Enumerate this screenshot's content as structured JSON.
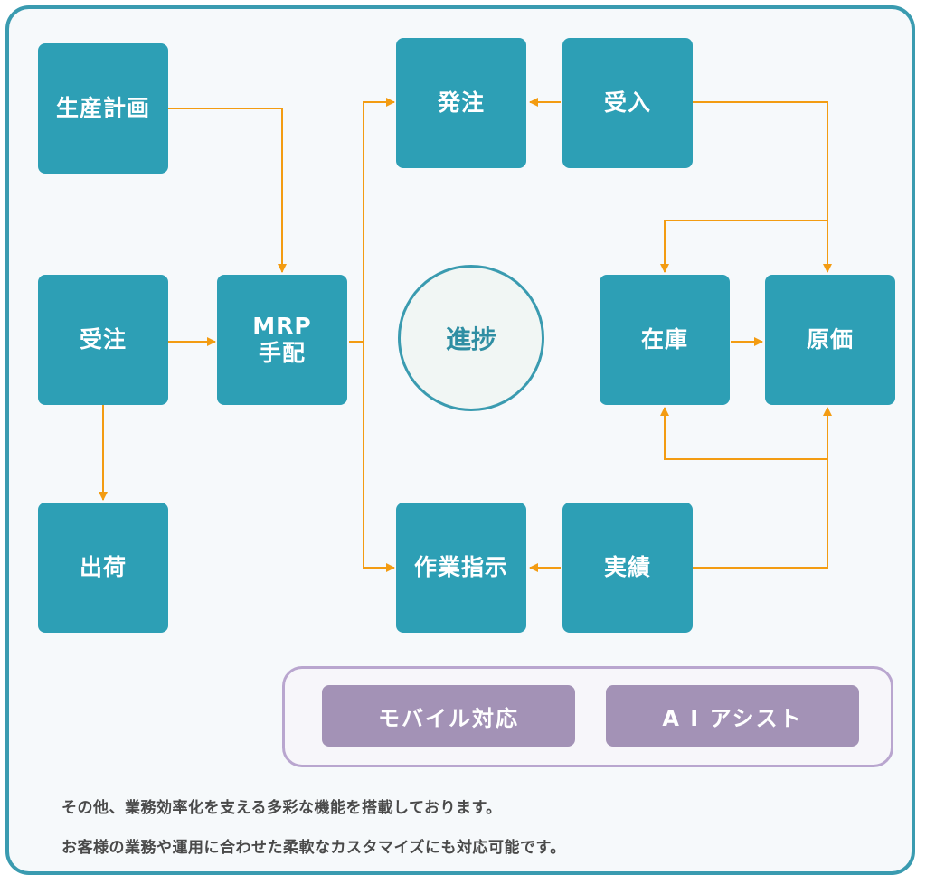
{
  "nodes": {
    "production_plan": "生産計画",
    "order_received": "受注",
    "shipping": "出荷",
    "mrp": "MRP\n手配",
    "purchase_order": "発注",
    "receiving": "受入",
    "work_instruction": "作業指示",
    "actual_results": "実績",
    "inventory": "在庫",
    "cost": "原価"
  },
  "hub": {
    "label": "進捗"
  },
  "features": [
    "モバイル対応",
    "A I アシスト"
  ],
  "notes": [
    "その他、業務効率化を支える多彩な機能を搭載しております。",
    "お客様の業務や運用に合わせた柔軟なカスタマイズにも対応可能です。"
  ],
  "colors": {
    "node": "#2d9fb5",
    "arrow": "#f39c12",
    "frame": "#3a9bb0",
    "feature": "#a392b6",
    "feature_border": "#b9a6cf"
  }
}
